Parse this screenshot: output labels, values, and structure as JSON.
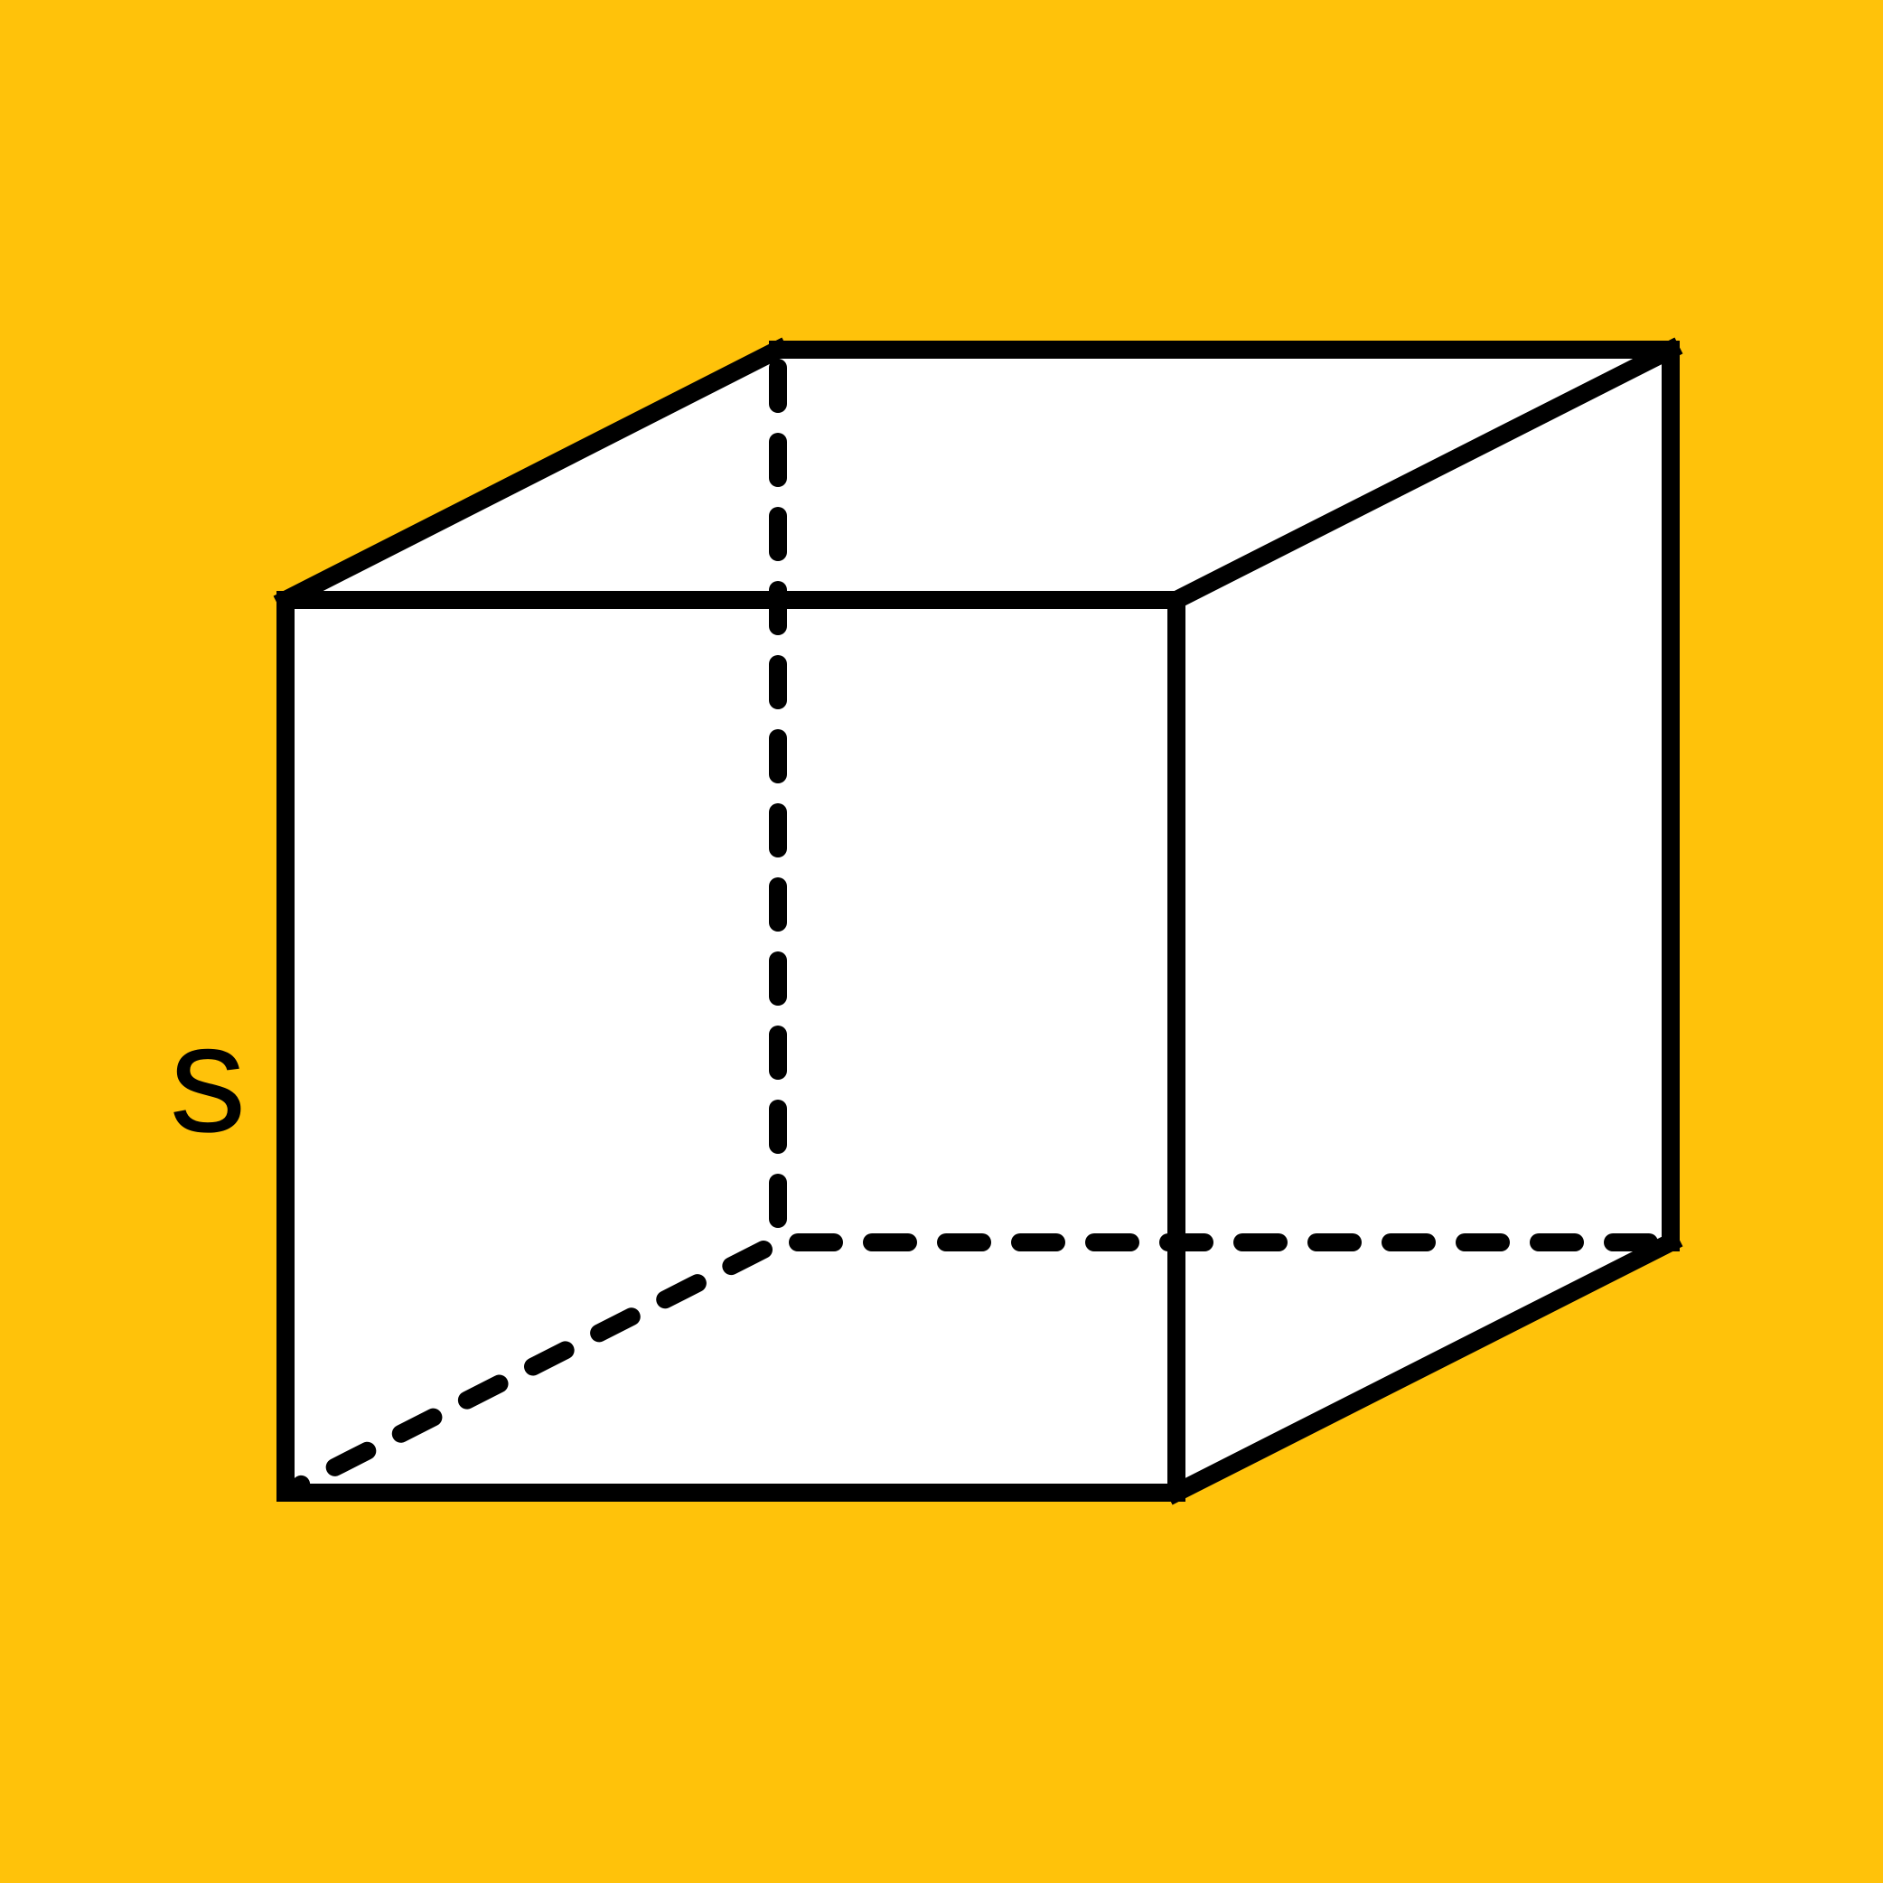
{
  "figure": {
    "side_label": "s"
  },
  "colors": {
    "background": "#FFC20A",
    "face": "#FFFFFF",
    "edge": "#000000"
  },
  "shape": {
    "kind": "cube",
    "hidden_edges": "dashed"
  }
}
